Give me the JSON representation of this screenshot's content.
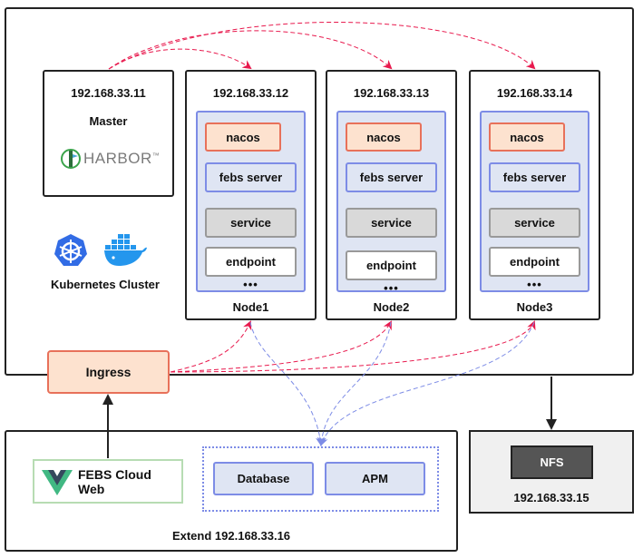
{
  "master": {
    "ip": "192.168.33.11",
    "role": "Master",
    "logo_text": "HARBOR",
    "logo_tm": "™"
  },
  "nodes": [
    {
      "ip": "192.168.33.12",
      "label": "Node1"
    },
    {
      "ip": "192.168.33.13",
      "label": "Node2"
    },
    {
      "ip": "192.168.33.14",
      "label": "Node3"
    }
  ],
  "components": {
    "nacos": "nacos",
    "febs": "febs server",
    "service": "service",
    "endpoint": "endpoint",
    "more": "•••"
  },
  "cluster_label": "Kubernetes Cluster",
  "ingress": "Ingress",
  "extend": {
    "web": "FEBS Cloud Web",
    "database": "Database",
    "apm": "APM",
    "label": "Extend 192.168.33.16"
  },
  "nfs": {
    "name": "NFS",
    "ip": "192.168.33.15"
  },
  "colors": {
    "red_arrow": "#e8194d",
    "blue_arrow": "#7d8ce6",
    "orange_fill": "#fde2cf",
    "blue_fill": "#dfe5f3",
    "k8s_blue": "#326ce5",
    "docker_blue": "#2496ed",
    "vue_green": "#41b883",
    "vue_dark": "#35495e"
  }
}
